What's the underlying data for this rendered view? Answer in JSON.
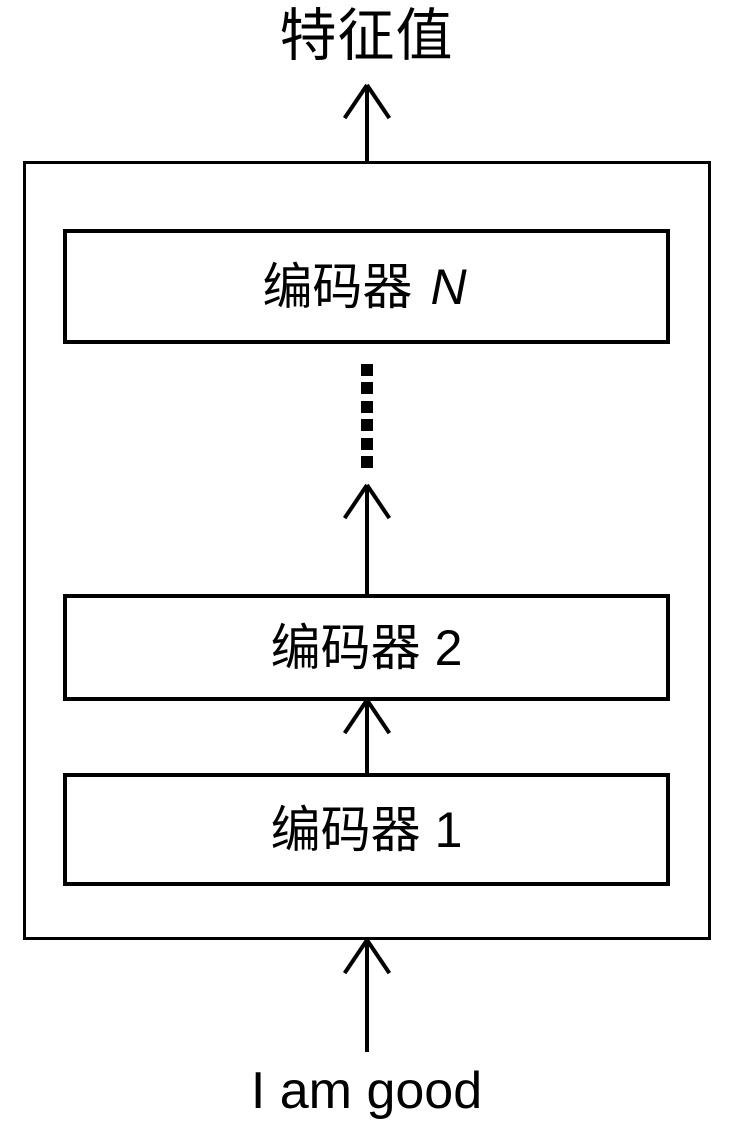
{
  "diagram": {
    "title_top": "特征值",
    "input_text": "I am good",
    "encoders": [
      {
        "id": "encoder-n",
        "name": "编码器",
        "index": "N",
        "italic_index": true
      },
      {
        "id": "encoder-2",
        "name": "编码器",
        "index": "2",
        "italic_index": false
      },
      {
        "id": "encoder-1",
        "name": "编码器",
        "index": "1",
        "italic_index": false
      }
    ],
    "encoder_n_name": "编码器",
    "encoder_n_index": "N",
    "encoder_2_name": "编码器",
    "encoder_2_index": "2",
    "encoder_1_name": "编码器",
    "encoder_1_index": "1",
    "ellipsis_dot_count": 6,
    "colors": {
      "stroke": "#000000",
      "background": "#ffffff"
    },
    "arrows": [
      {
        "name": "arrow-top",
        "direction": "up",
        "from": "encoder-stack",
        "to": "特征值"
      },
      {
        "name": "arrow-dots-to-encoder-2",
        "direction": "up",
        "from": "编码器 2",
        "to": "ellipsis"
      },
      {
        "name": "arrow-encoder-1-to-encoder-2",
        "direction": "up",
        "from": "编码器 1",
        "to": "编码器 2"
      },
      {
        "name": "arrow-bottom",
        "direction": "up",
        "from": "I am good",
        "to": "encoder-stack"
      }
    ]
  }
}
